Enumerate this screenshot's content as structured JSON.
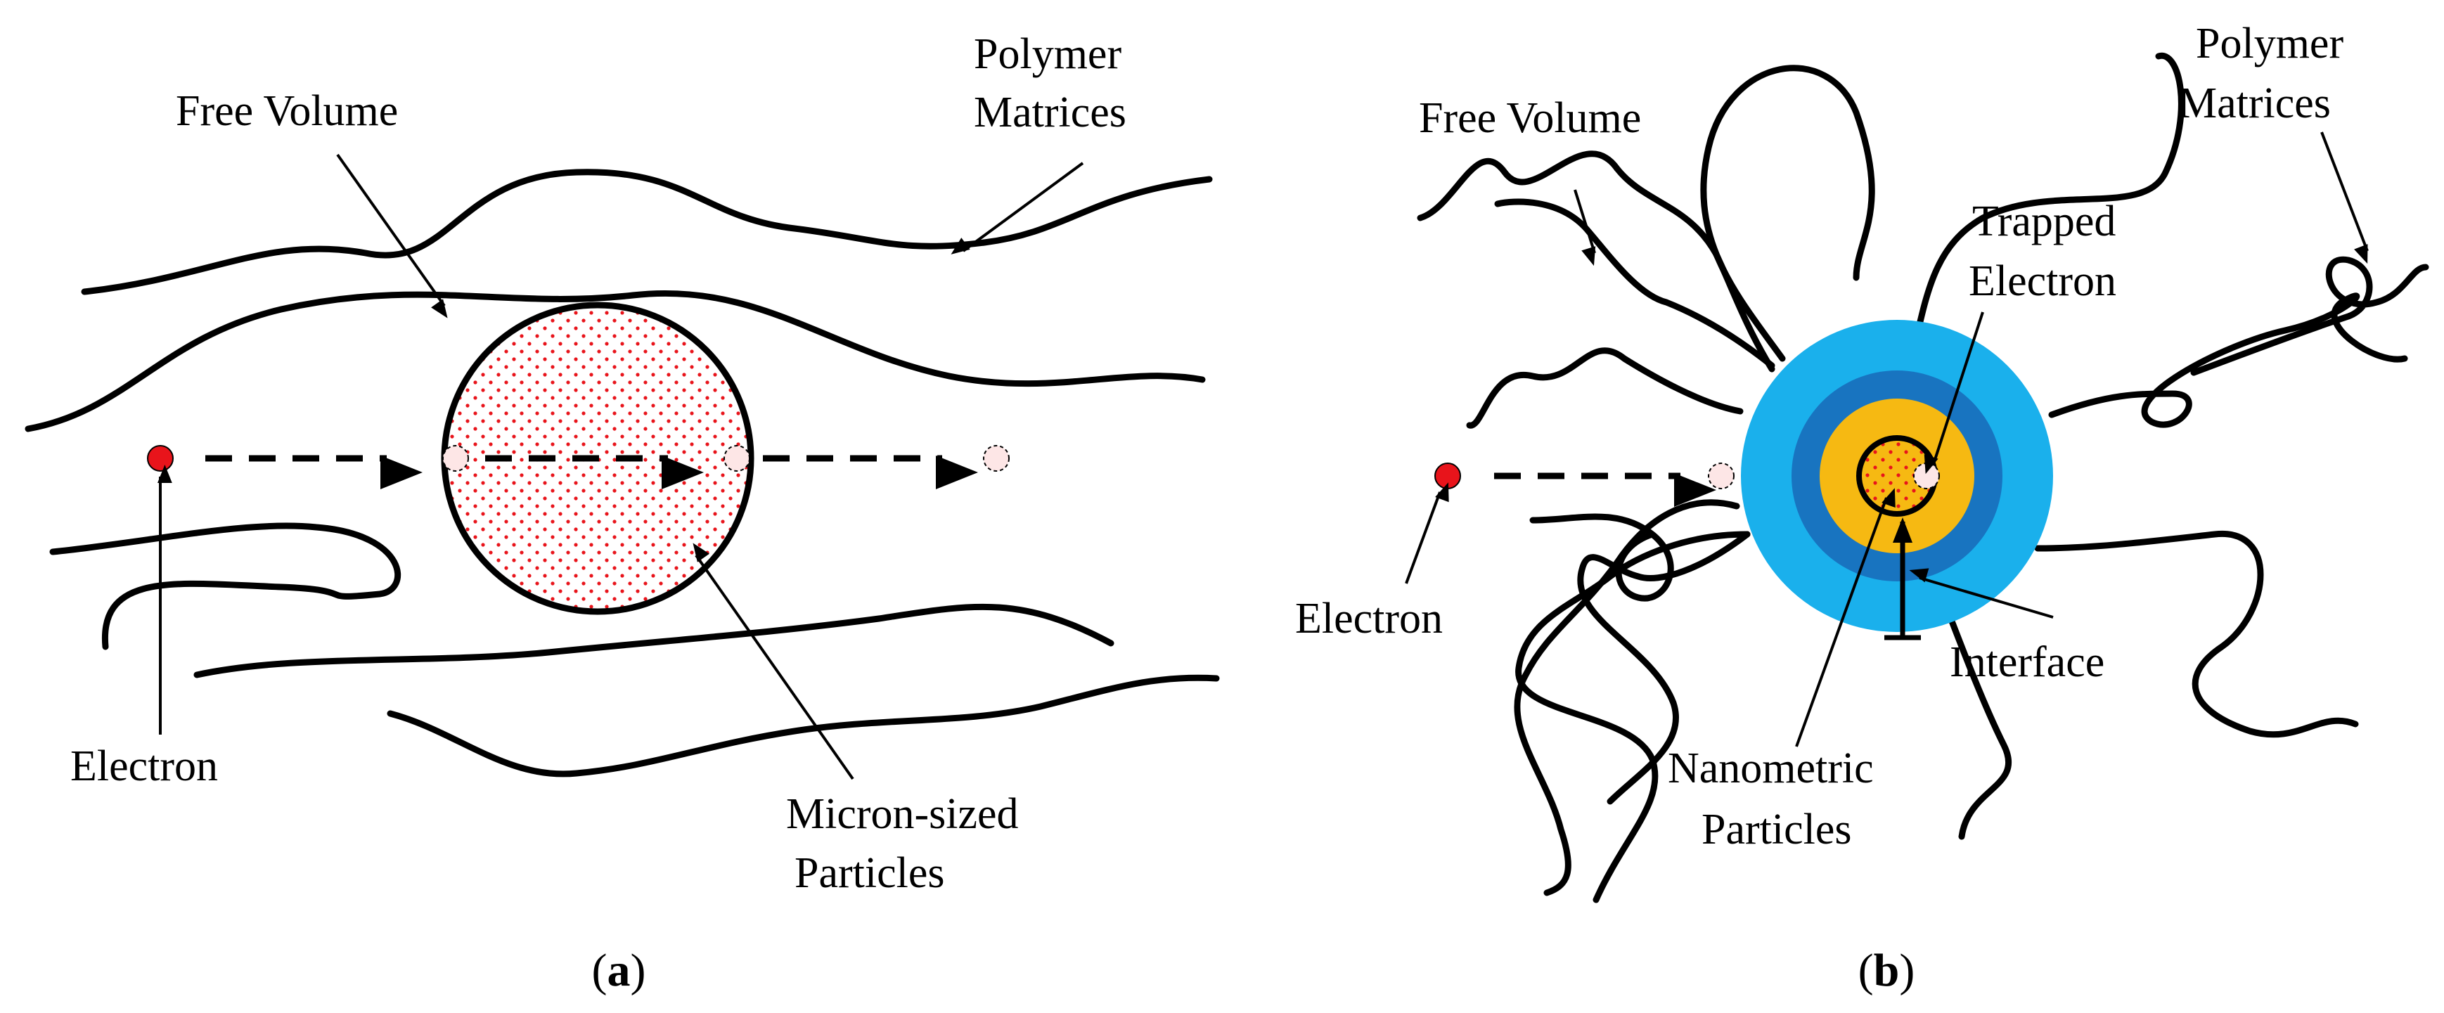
{
  "panel_a": {
    "caption_open": "(",
    "caption_letter": "a",
    "caption_close": ")",
    "labels": {
      "free_volume": "Free Volume",
      "polymer_line1": "Polymer",
      "polymer_line2": "Matrices",
      "electron": "Electron",
      "micron_line1": "Micron-sized",
      "micron_line2": "Particles"
    }
  },
  "panel_b": {
    "caption_open": "(",
    "caption_letter": "b",
    "caption_close": ")",
    "labels": {
      "free_volume": "Free Volume",
      "polymer_line1": "Polymer",
      "polymer_line2": "Matrices",
      "trapped_line1": "Trapped",
      "trapped_line2": "Electron",
      "electron": "Electron",
      "interface": "Interface",
      "nano_line1": "Nanometric",
      "nano_line2": "Particles"
    }
  },
  "colors": {
    "electron": "#e8141b",
    "particle_dots": "#e8141b",
    "outer_ring": "#1ab0ec",
    "middle_ring": "#1874c0",
    "inner_ring": "#f6b912",
    "core": "#ffffff",
    "stroke": "#000000"
  },
  "icons": {
    "electron": "red-filled-circle",
    "ghost_electron": "dashed-circle",
    "path_arrow": "dashed-arrow"
  }
}
